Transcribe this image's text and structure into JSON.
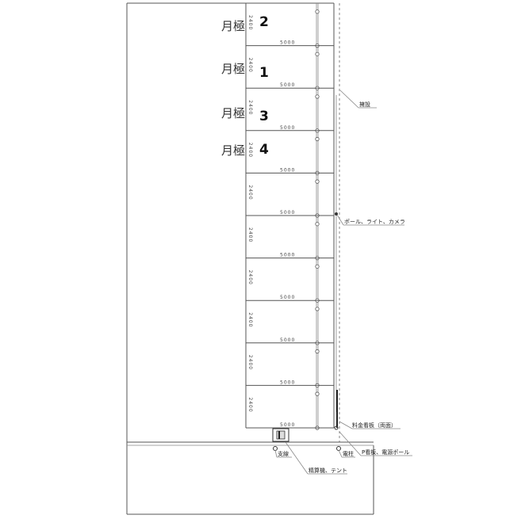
{
  "drawing": {
    "monthly_label": "月極",
    "space_numbers": [
      "2",
      "1",
      "3",
      "4"
    ],
    "space_width_label": "2400",
    "space_depth_label": "5000",
    "annotations": {
      "fence": "擁設",
      "pole_light_camera": "ポール、ライト、カメラ",
      "fee_sign": "料金看板（両面）",
      "p_sign_power_pole": "P看板、電源ポール",
      "utility_pole": "電柱",
      "support_wire": "支線",
      "machine_tent": "精算機、テント"
    },
    "row_count": 10
  }
}
